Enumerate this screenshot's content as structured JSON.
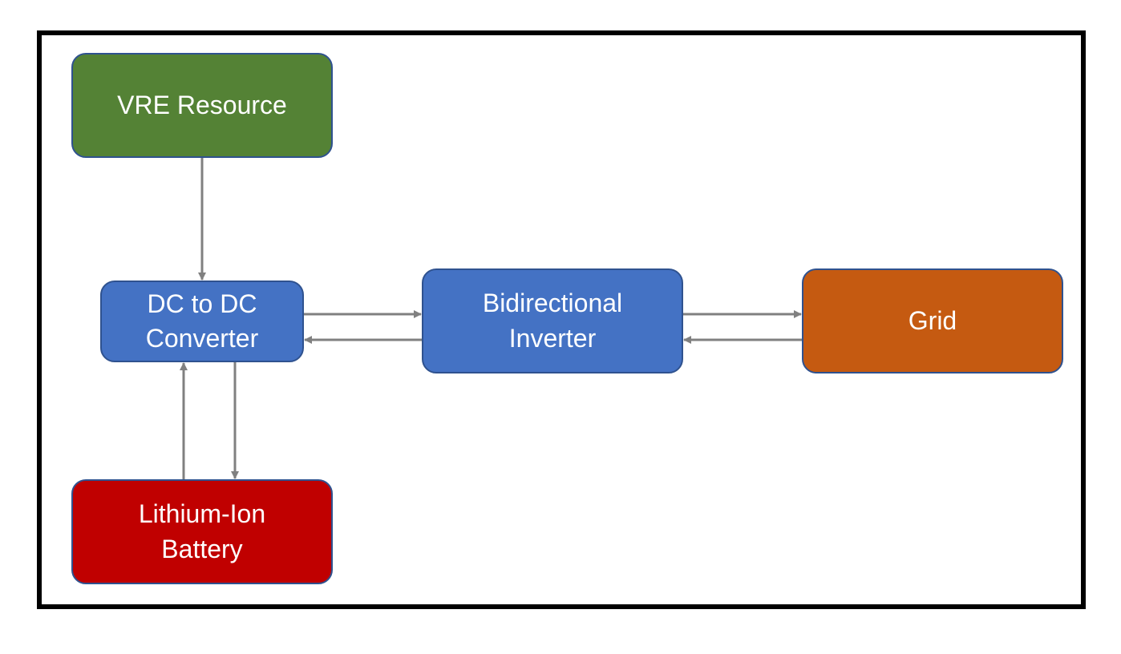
{
  "colors": {
    "frame": "#000000",
    "vre": "#548235",
    "converter": "#4472c4",
    "inverter": "#4472c4",
    "grid": "#c55a11",
    "battery": "#c00000",
    "node_border": "#2f528f",
    "arrow": "#808080"
  },
  "nodes": {
    "vre": {
      "label": "VRE Resource"
    },
    "dcdc": {
      "label": "DC to DC\nConverter"
    },
    "inverter": {
      "label": "Bidirectional\nInverter"
    },
    "grid": {
      "label": "Grid"
    },
    "battery": {
      "label": "Lithium-Ion\nBattery"
    }
  },
  "edges": [
    {
      "from": "vre",
      "to": "dcdc"
    },
    {
      "from": "dcdc",
      "to": "inverter"
    },
    {
      "from": "inverter",
      "to": "dcdc"
    },
    {
      "from": "inverter",
      "to": "grid"
    },
    {
      "from": "grid",
      "to": "inverter"
    },
    {
      "from": "dcdc",
      "to": "battery"
    },
    {
      "from": "battery",
      "to": "dcdc"
    }
  ]
}
